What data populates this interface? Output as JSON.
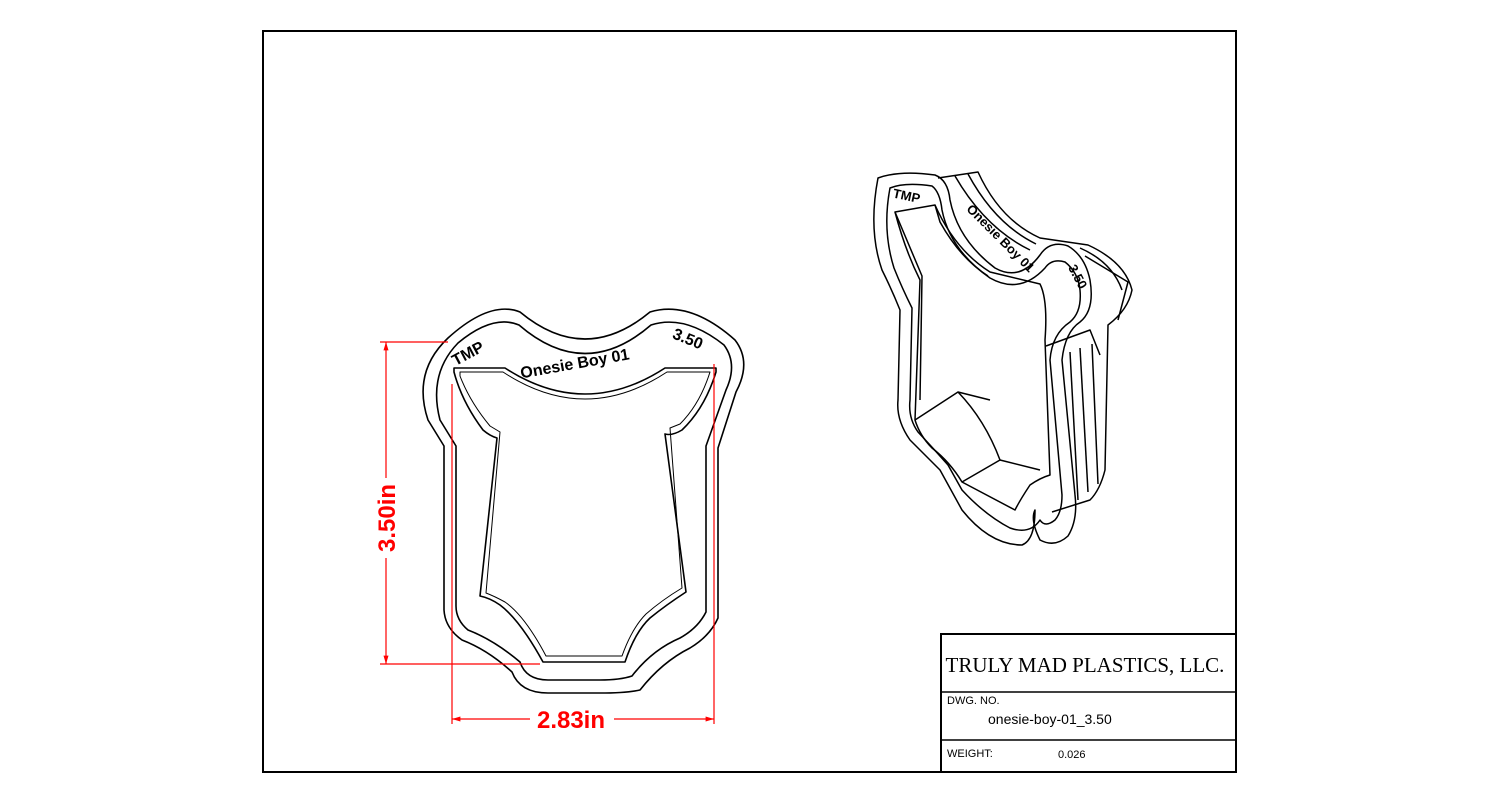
{
  "drawing": {
    "front_view": {
      "embossed_text": {
        "left": "TMP",
        "center": "Onesie Boy 01",
        "right": "3.50"
      },
      "dimensions": {
        "height": "3.50in",
        "width": "2.83in"
      }
    },
    "iso_view": {
      "embossed_text": {
        "left": "TMP",
        "center": "Onesie Boy 01",
        "right": "3.50"
      }
    },
    "colors": {
      "line": "#000000",
      "dimension": "#ff0000",
      "background": "#ffffff"
    }
  },
  "title_block": {
    "company": "TRULY MAD PLASTICS, LLC.",
    "dwg_no_label": "DWG. NO.",
    "dwg_no_value": "onesie-boy-01_3.50",
    "weight_label": "WEIGHT:",
    "weight_value": "0.026"
  }
}
